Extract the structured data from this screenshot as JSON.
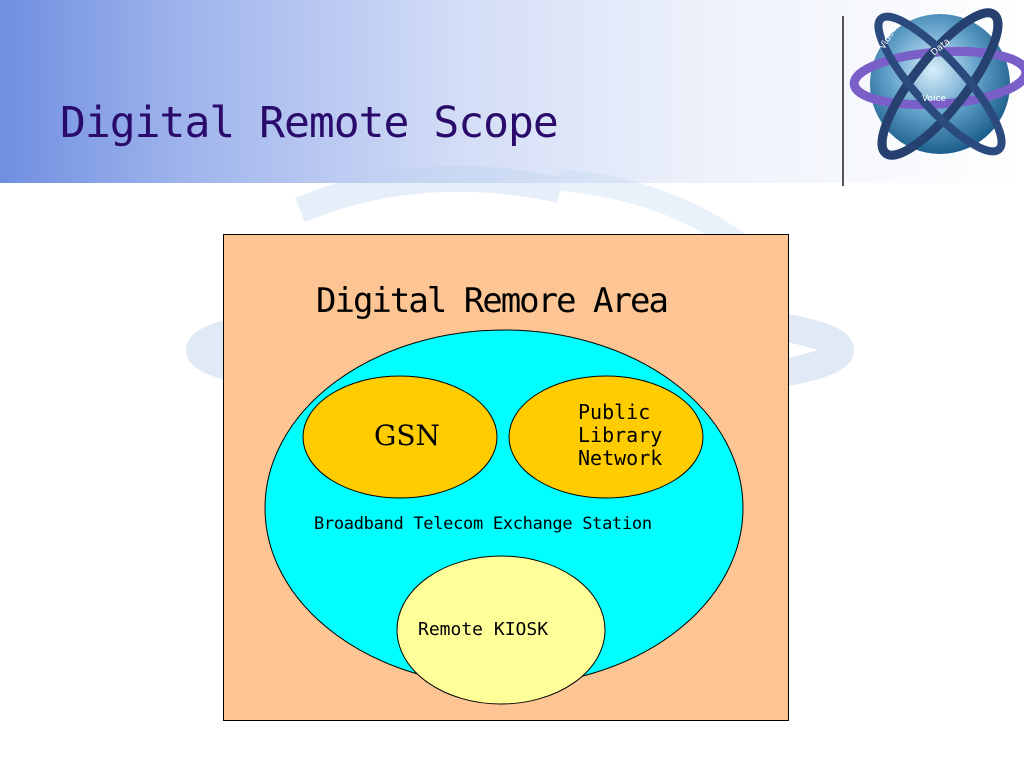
{
  "slide": {
    "title": "Digital Remote Scope"
  },
  "logo": {
    "labels": [
      "Video",
      "Data",
      "Voice"
    ],
    "icon": "globe-with-orbit-rings-icon"
  },
  "diagram": {
    "area_title": "Digital Remore Area",
    "station_label": "Broadband Telecom Exchange Station",
    "gsn_label": "GSN",
    "library_lines": [
      "Public",
      "Library",
      "Network"
    ],
    "kiosk_label": "Remote KIOSK",
    "colors": {
      "area_background": "#fcc593",
      "station_fill": "#00ffff",
      "network_fill": "#ffcc00",
      "kiosk_fill": "#ffff99"
    }
  }
}
